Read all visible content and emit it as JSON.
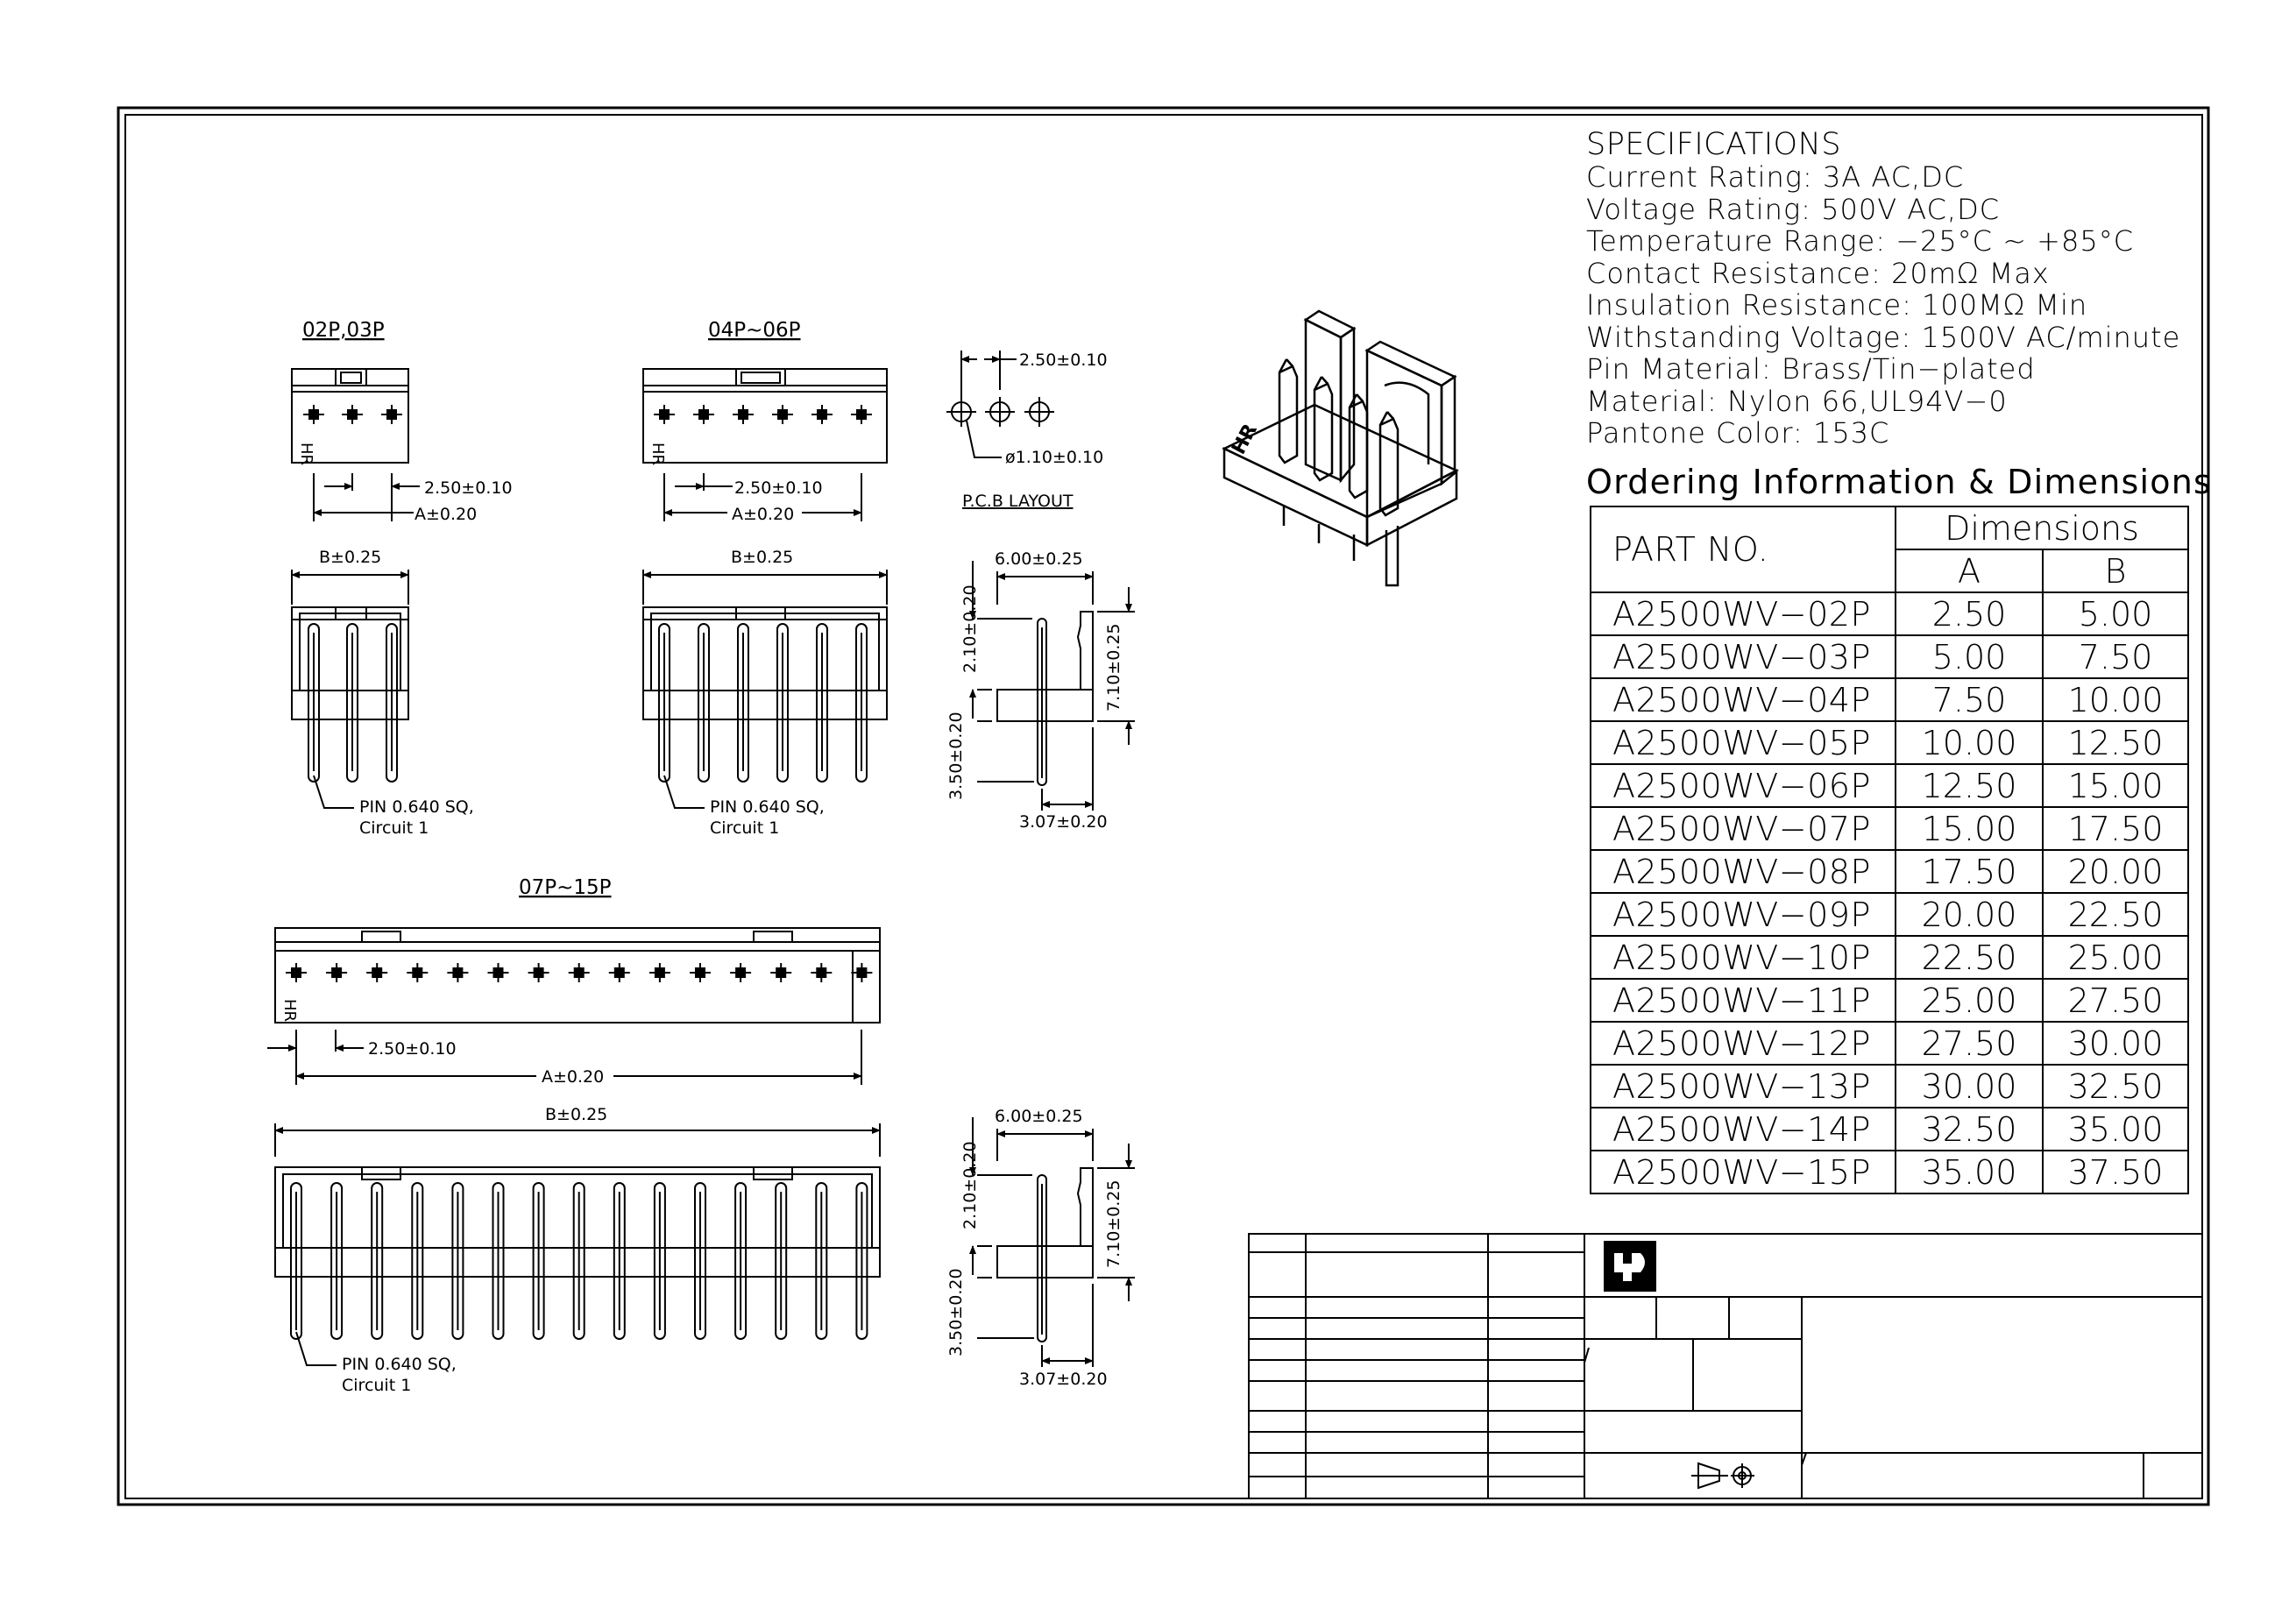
{
  "views": {
    "label_02p_03p": "02P,03P",
    "label_04p_06p": "04P~06P",
    "label_07p_15p": "07P~15P",
    "pcb_layout": "P.C.B LAYOUT",
    "dim_pitch": "2.50±0.10",
    "dim_a": "A±0.20",
    "dim_b": "B±0.25",
    "dim_hole": "ø1.10±0.10",
    "dim_width": "6.00±0.25",
    "dim_210": "2.10±0.20",
    "dim_710": "7.10±0.25",
    "dim_350": "3.50±0.20",
    "dim_307": "3.07±0.20",
    "pin_note_1": "PIN 0.640 SQ,",
    "pin_note_2": "Circuit 1",
    "housing_mark": "HR"
  },
  "specifications": {
    "title": "SPECIFICATIONS",
    "lines": [
      "Current Rating: 3A AC,DC",
      "Voltage Rating: 500V AC,DC",
      "Temperature Range: −25°C ~ +85°C",
      "Contact Resistance: 20mΩ Max",
      "Insulation Resistance: 100MΩ Min",
      "Withstanding Voltage: 1500V AC/minute",
      "Pin Material: Brass/Tin−plated",
      "Material: Nylon 66,UL94V−0",
      "Pantone Color: 153C"
    ]
  },
  "ordering": {
    "title": "Ordering Information & Dimensions",
    "col_part": "PART NO.",
    "col_dims": "Dimensions",
    "col_a": "A",
    "col_b": "B",
    "rows": [
      {
        "part": "A2500WV−02P",
        "a": "2.50",
        "b": "5.00"
      },
      {
        "part": "A2500WV−03P",
        "a": "5.00",
        "b": "7.50"
      },
      {
        "part": "A2500WV−04P",
        "a": "7.50",
        "b": "10.00"
      },
      {
        "part": "A2500WV−05P",
        "a": "10.00",
        "b": "12.50"
      },
      {
        "part": "A2500WV−06P",
        "a": "12.50",
        "b": "15.00"
      },
      {
        "part": "A2500WV−07P",
        "a": "15.00",
        "b": "17.50"
      },
      {
        "part": "A2500WV−08P",
        "a": "17.50",
        "b": "20.00"
      },
      {
        "part": "A2500WV−09P",
        "a": "20.00",
        "b": "22.50"
      },
      {
        "part": "A2500WV−10P",
        "a": "22.50",
        "b": "25.00"
      },
      {
        "part": "A2500WV−11P",
        "a": "25.00",
        "b": "27.50"
      },
      {
        "part": "A2500WV−12P",
        "a": "27.50",
        "b": "30.00"
      },
      {
        "part": "A2500WV−13P",
        "a": "30.00",
        "b": "32.50"
      },
      {
        "part": "A2500WV−14P",
        "a": "32.50",
        "b": "35.00"
      },
      {
        "part": "A2500WV−15P",
        "a": "35.00",
        "b": "37.50"
      }
    ]
  }
}
